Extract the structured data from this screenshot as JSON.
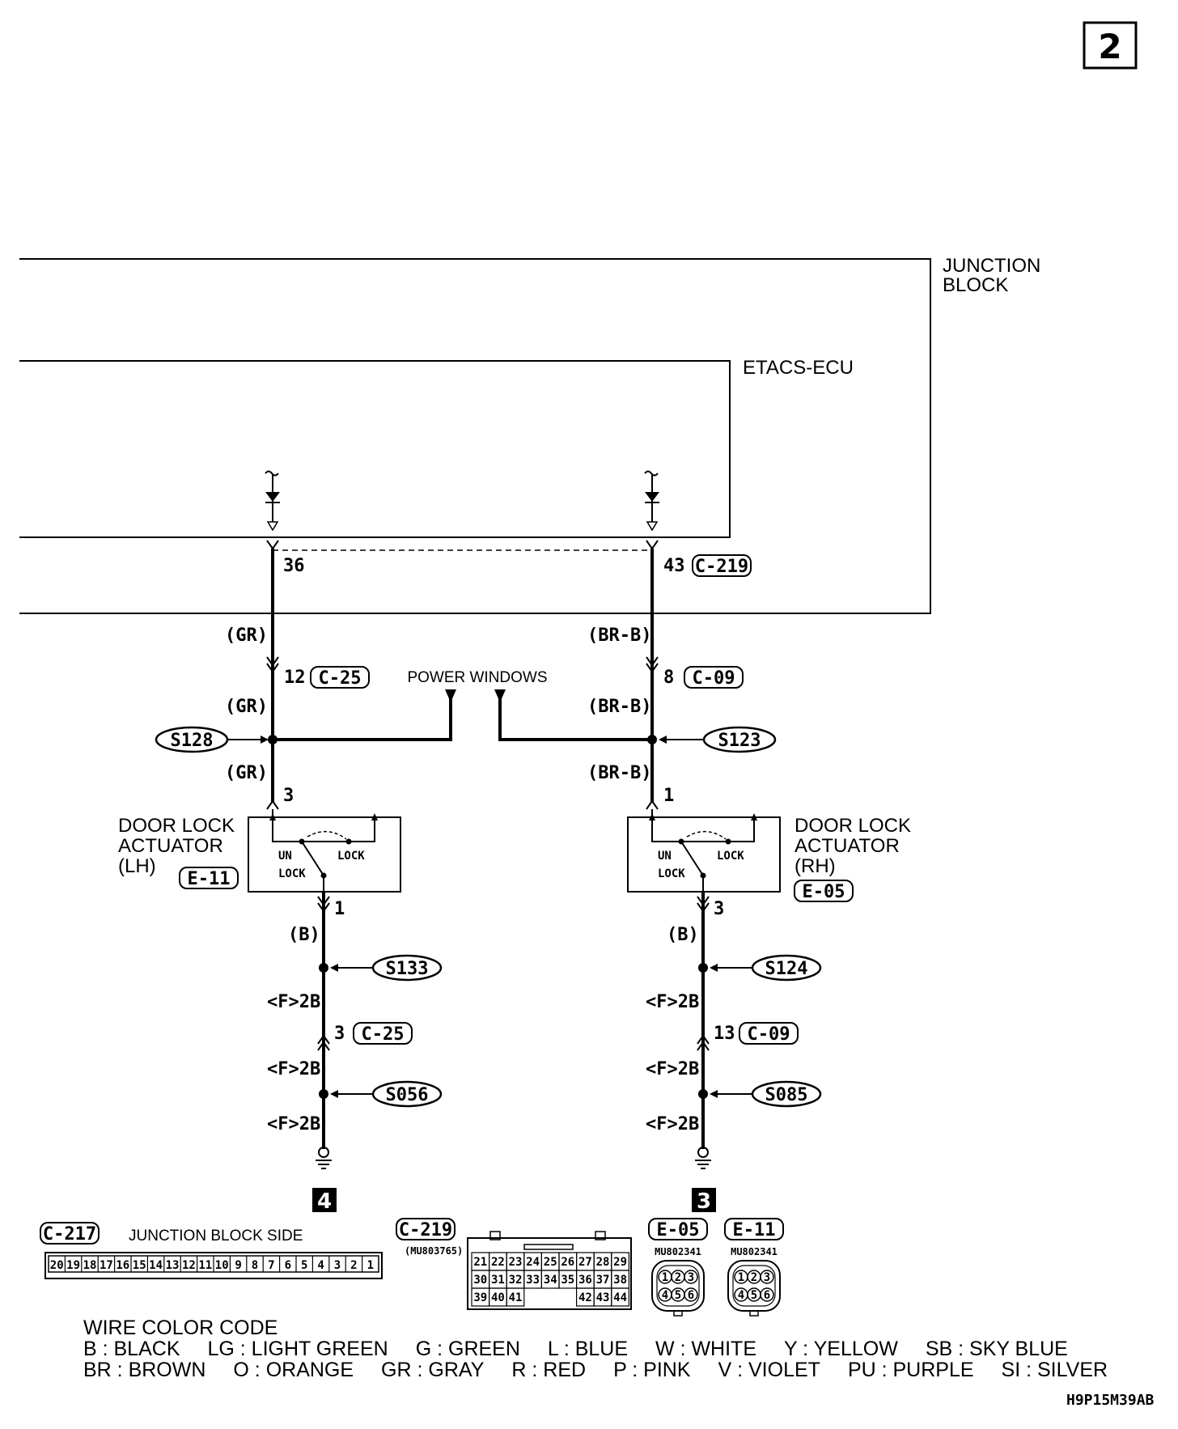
{
  "page_number": "2",
  "figure_code": "H9P15M39AB",
  "junction_block": {
    "line1": "JUNCTION",
    "line2": "BLOCK"
  },
  "etacs_ecu": "ETACS-ECU",
  "left_circuit": {
    "ecu_pin": "36",
    "wire_color": "(GR)",
    "jb_connector_pin": "12",
    "jb_connector": "C-25",
    "splice_top": "S128",
    "actuator_pin_top": "3",
    "actuator_name": [
      "DOOR LOCK",
      "ACTUATOR",
      "(LH)"
    ],
    "actuator_connector": "E-11",
    "switch_unlock": [
      "UN",
      "LOCK"
    ],
    "switch_lock": "LOCK",
    "actuator_pin_bottom": "1",
    "ground_wire_color": "(B)",
    "splice_mid": "S133",
    "harness_wire": "<F>2B",
    "ground_connector_pin": "3",
    "ground_connector": "C-25",
    "splice_low": "S056",
    "ground_point": "4"
  },
  "right_circuit": {
    "ecu_pin": "43",
    "ecu_connector": "C-219",
    "wire_color": "(BR-B)",
    "jb_connector_pin": "8",
    "jb_connector": "C-09",
    "splice_top": "S123",
    "actuator_pin_top": "1",
    "actuator_name": [
      "DOOR LOCK",
      "ACTUATOR",
      "(RH)"
    ],
    "actuator_connector": "E-05",
    "switch_unlock": [
      "UN",
      "LOCK"
    ],
    "switch_lock": "LOCK",
    "actuator_pin_bottom": "3",
    "ground_wire_color": "(B)",
    "splice_mid": "S124",
    "harness_wire": "<F>2B",
    "ground_connector_pin": "13",
    "ground_connector": "C-09",
    "splice_low": "S085",
    "ground_point": "3"
  },
  "power_windows": "POWER WINDOWS",
  "connectors": {
    "c217": {
      "label": "C-217",
      "side": "JUNCTION BLOCK SIDE",
      "pins": [
        "20",
        "19",
        "18",
        "17",
        "16",
        "15",
        "14",
        "13",
        "12",
        "11",
        "10",
        "9",
        "8",
        "7",
        "6",
        "5",
        "4",
        "3",
        "2",
        "1"
      ]
    },
    "c219": {
      "label": "C-219",
      "part": "(MU803765)",
      "row1": [
        "21",
        "22",
        "23",
        "24",
        "25",
        "26",
        "27",
        "28",
        "29"
      ],
      "row2": [
        "30",
        "31",
        "32",
        "33",
        "34",
        "35",
        "36",
        "37",
        "38"
      ],
      "row3": [
        "39",
        "40",
        "41",
        "",
        "",
        "",
        "42",
        "43",
        "44"
      ]
    },
    "e05": {
      "label": "E-05",
      "part": "MU802341",
      "pins": [
        "1",
        "2",
        "3",
        "4",
        "5",
        "6"
      ]
    },
    "e11": {
      "label": "E-11",
      "part": "MU802341",
      "pins": [
        "1",
        "2",
        "3",
        "4",
        "5",
        "6"
      ]
    }
  },
  "wire_color_code": {
    "title": "WIRE COLOR CODE",
    "row1": [
      "B : BLACK",
      "LG : LIGHT GREEN",
      "G : GREEN",
      "L : BLUE",
      "W : WHITE",
      "Y : YELLOW",
      "SB : SKY BLUE"
    ],
    "row2": [
      "BR : BROWN",
      "O : ORANGE",
      "GR : GRAY",
      "R : RED",
      "P : PINK",
      "V : VIOLET",
      "PU : PURPLE",
      "SI : SILVER"
    ]
  }
}
